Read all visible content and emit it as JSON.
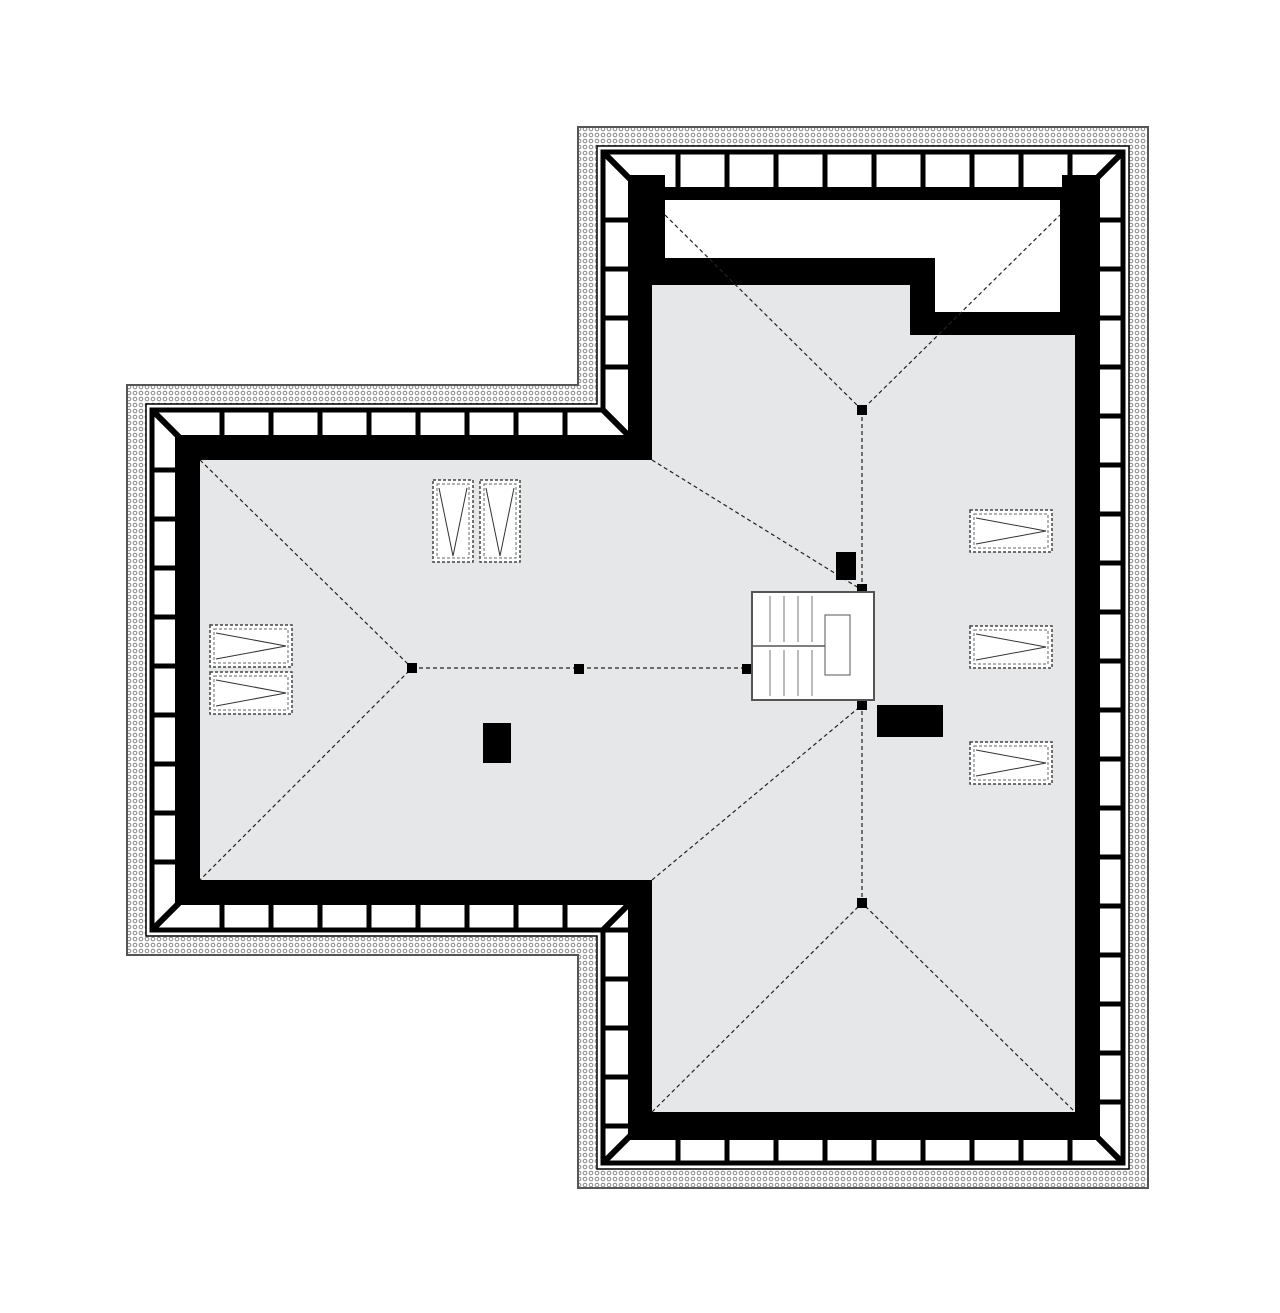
{
  "plan": {
    "type": "attic roof plan",
    "colors": {
      "wall": "#000000",
      "floor": "#e6e7e8",
      "eave_hatch": "#9a9a9a",
      "background": "#ffffff"
    },
    "skylight_count": 7,
    "chimney_count": 3
  }
}
